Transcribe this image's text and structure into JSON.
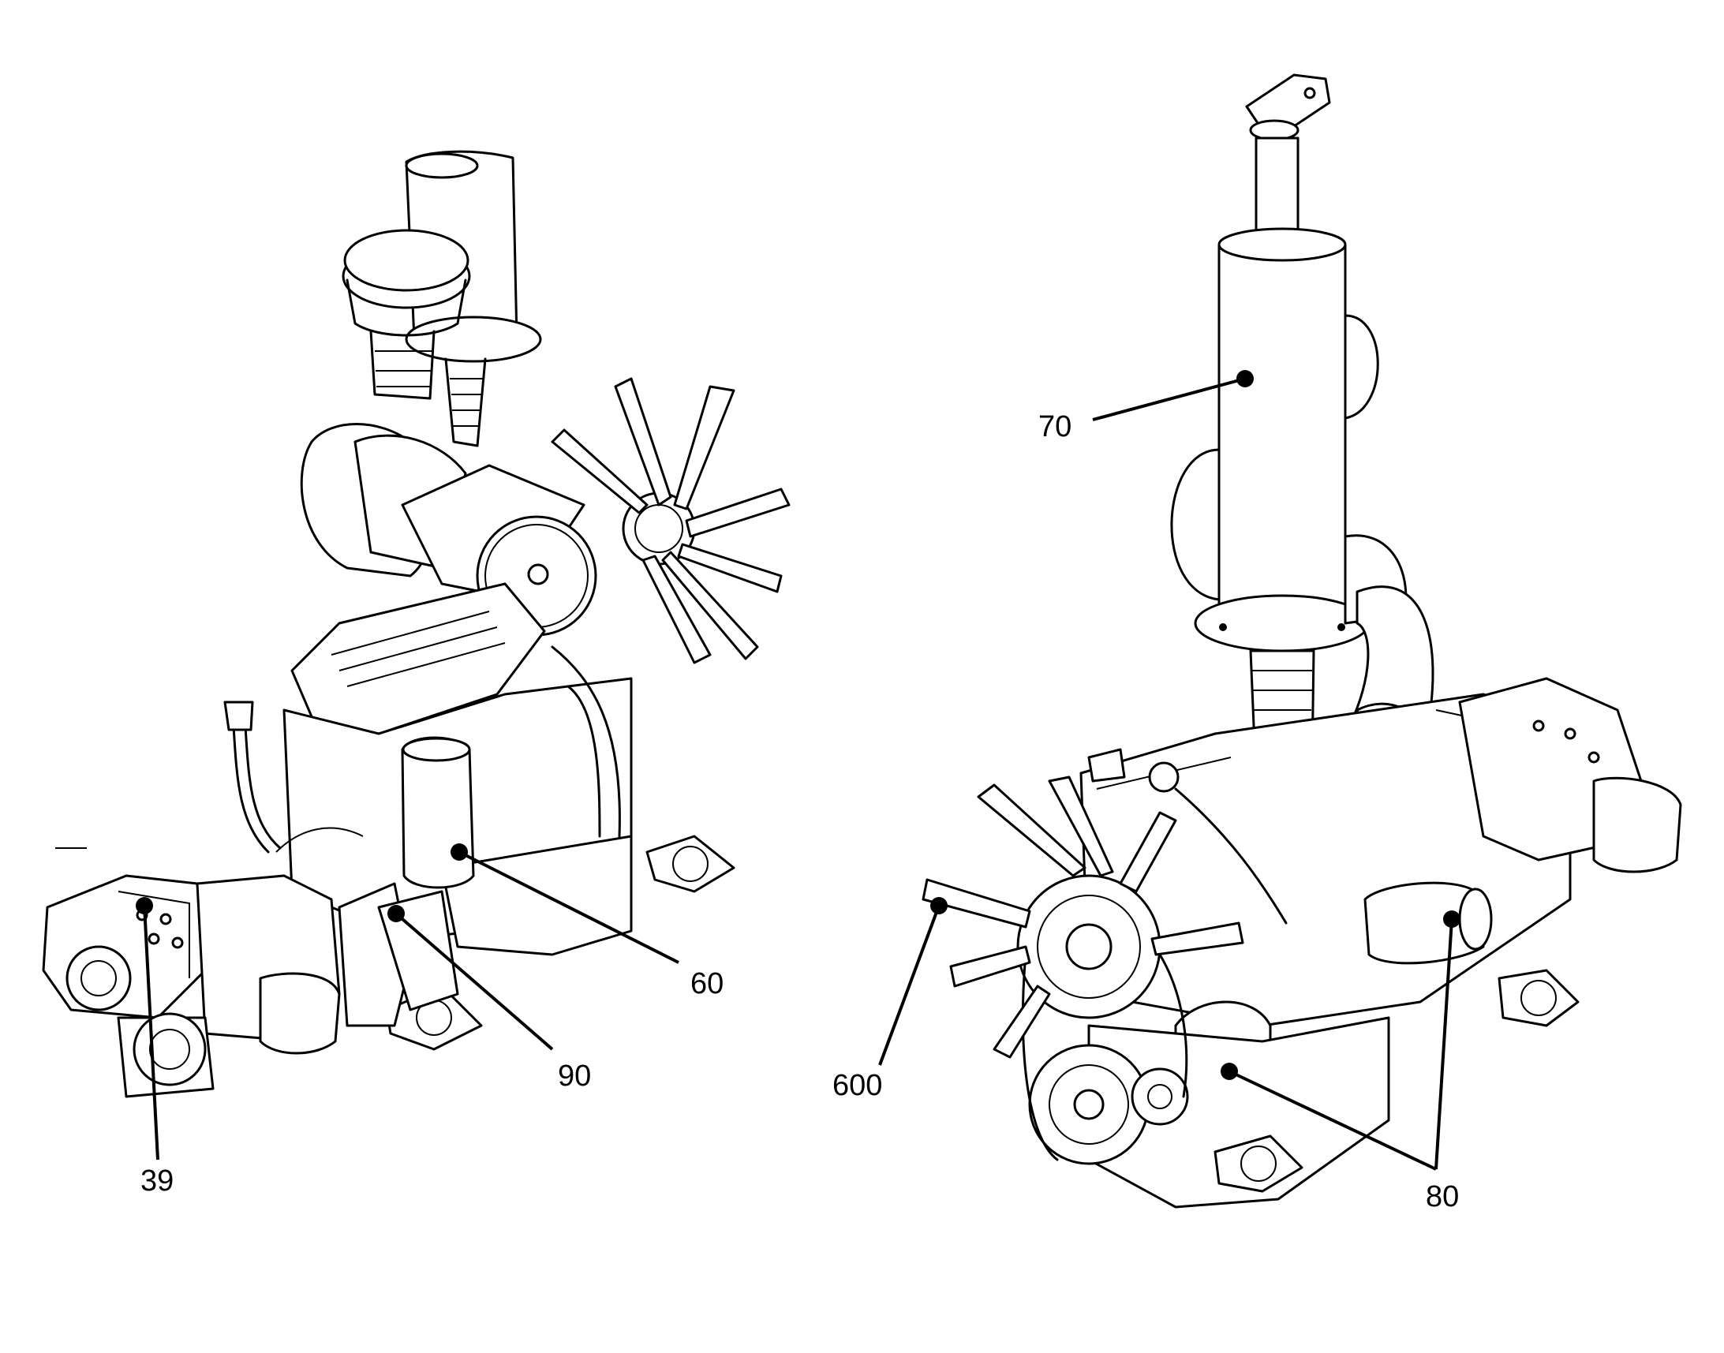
{
  "figure": {
    "callouts": [
      {
        "id": "39",
        "text": "39"
      },
      {
        "id": "60",
        "text": "60"
      },
      {
        "id": "90",
        "text": "90"
      },
      {
        "id": "70",
        "text": "70"
      },
      {
        "id": "600",
        "text": "600"
      },
      {
        "id": "80",
        "text": "80"
      }
    ]
  }
}
